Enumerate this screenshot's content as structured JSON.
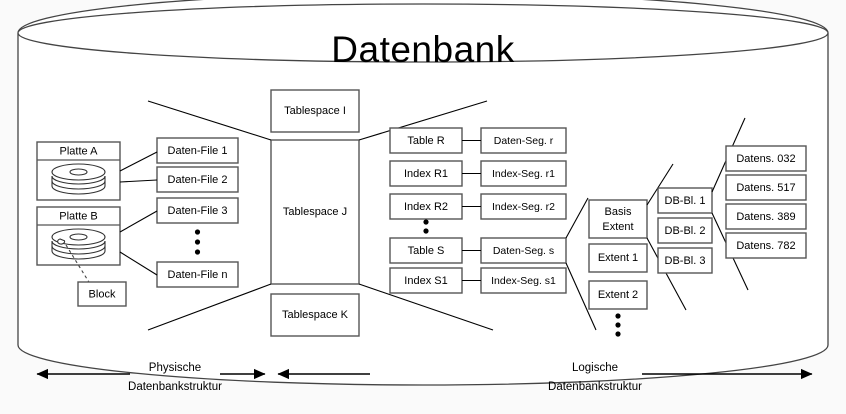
{
  "title": "Datenbank",
  "physical": {
    "disks": [
      {
        "label": "Platte A",
        "icon": "disk-stack-icon"
      },
      {
        "label": "Platte B",
        "icon": "disk-stack-icon"
      }
    ],
    "block": "Block",
    "datafiles": [
      "Daten-File 1",
      "Daten-File 2",
      "Daten-File 3",
      "Daten-File n"
    ],
    "datafiles_ellipsis": true
  },
  "tablespaces": [
    "Tablespace I",
    "Tablespace J",
    "Tablespace K"
  ],
  "logical": {
    "objects": [
      "Table R",
      "Index R1",
      "Index R2",
      "Table S",
      "Index S1"
    ],
    "segments": [
      "Daten-Seg. r",
      "Index-Seg. r1",
      "Index-Seg. r2",
      "Daten-Seg. s",
      "Index-Seg. s1"
    ],
    "objects_ellipsis": true,
    "extents": [
      "Basis Extent",
      "Extent 1",
      "Extent 2"
    ],
    "extents_ellipsis": true,
    "blocks": [
      "DB-Bl. 1",
      "DB-Bl. 2",
      "DB-Bl. 3"
    ],
    "records": [
      "Datens. 032",
      "Datens. 517",
      "Datens. 389",
      "Datens. 782"
    ]
  },
  "axes": [
    {
      "line1": "Physische",
      "line2": "Datenbankstruktur"
    },
    {
      "line1": "Logische",
      "line2": "Datenbankstruktur"
    }
  ],
  "colors": {
    "stroke": "#555555",
    "box_fill": "#ffffff",
    "background": "#fafafa"
  }
}
